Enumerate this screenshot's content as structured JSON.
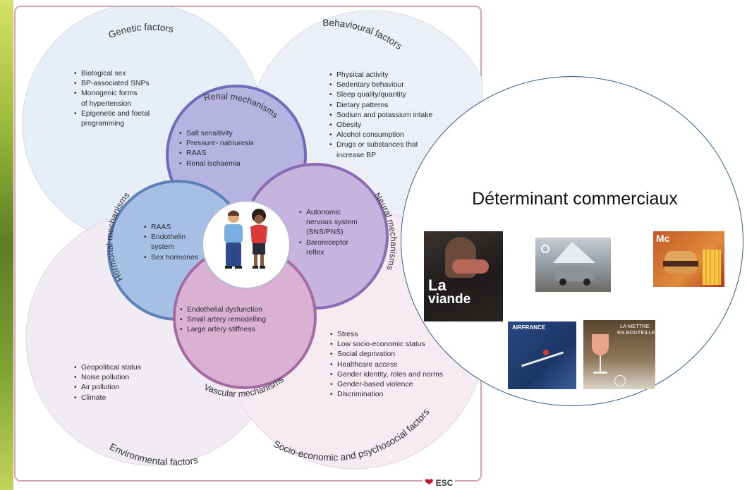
{
  "sections": {
    "genetic": {
      "title": "Genetic factors",
      "items": [
        "Biological sex",
        "BP-associated SNPs",
        "Monogenic forms",
        "of hypertension",
        "Epigenetic and foetal",
        "programming"
      ]
    },
    "behavioural": {
      "title": "Behavioural factors",
      "items": [
        "Physical activity",
        "Sedentary behaviour",
        "Sleep quality/quantity",
        "Dietary patterns",
        "Sodium and potassium intake",
        "Obesity",
        "Alcohol consumption",
        "Drugs or substances that",
        "increase BP"
      ]
    },
    "environmental": {
      "title": "Environmental factors",
      "items": [
        "Geopolitical status",
        "Noise pollution",
        "Air pollution",
        "Climate"
      ]
    },
    "socio": {
      "title": "Socio-economic and psychosocial factors",
      "items": [
        "Stress",
        "Low socio-economic status",
        "Social deprivation",
        "Healthcare access",
        "Gender identity, roles and norms",
        "Gender-based violence",
        "Discrimination"
      ]
    },
    "renal": {
      "title": "Renal mechanisms",
      "items": [
        "Salt sensitivity",
        "Pressure- natriuresis",
        "RAAS",
        "Renal ischaemia"
      ]
    },
    "neural": {
      "title": "Neural mechanisms",
      "items": [
        "Autonomic",
        "nervous system",
        "(SNS/PNS)",
        "Baroreceptor",
        "reflex"
      ]
    },
    "hormonal": {
      "title": "Hormonal mechanisms",
      "items": [
        "RAAS",
        "Endothelin",
        "system",
        "Sex hormones"
      ]
    },
    "vascular": {
      "title": "Vascular mechanisms",
      "items": [
        "Endothelial dysfunction",
        "Small artery remodelling",
        "Large artery stiffness"
      ]
    }
  },
  "logo": {
    "text": "ESC",
    "icon": "heart-icon"
  },
  "overlay": {
    "title": "Déterminant commerciaux",
    "ads": {
      "meat": {
        "line1": "La",
        "line2": "viande"
      },
      "burger": {
        "text": "Mc"
      },
      "airfrance": {
        "text": "AIRFRANCE"
      },
      "wine": {
        "line1": "LA METTRE",
        "line2": "EN BOUTEILLE"
      }
    }
  },
  "colors": {
    "renal": "#8b8ad0",
    "neural": "#9f88c8",
    "hormonal": "#6f93c9",
    "vascular": "#c289bd",
    "border": "#d9a3ad",
    "overlay_border": "#2e5d8c",
    "esc_red": "#c8102e"
  }
}
